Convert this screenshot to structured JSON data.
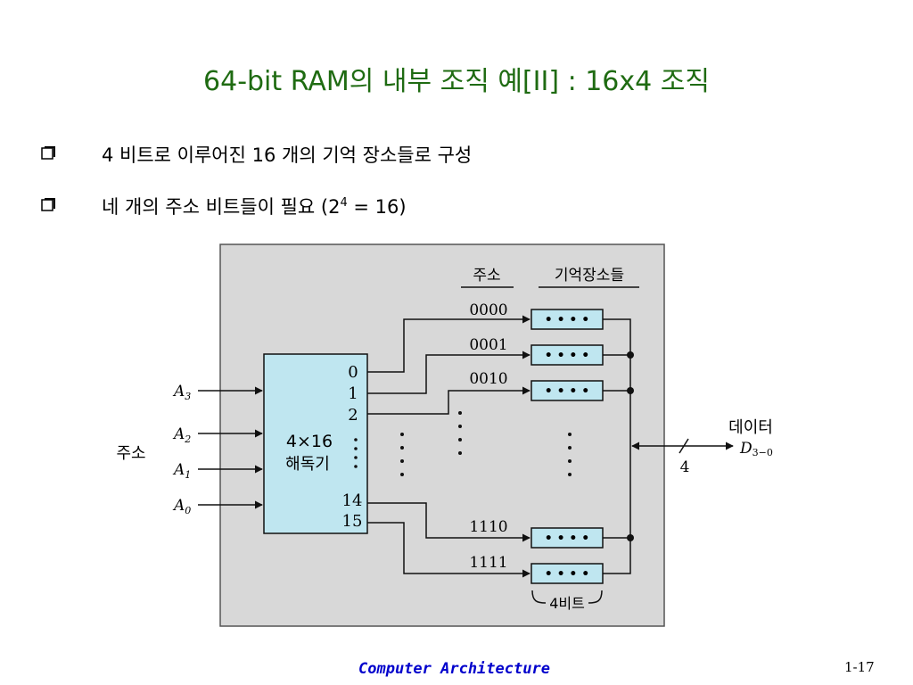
{
  "slide": {
    "title": "64-bit RAM의 내부 조직 예[II] : 16x4 조직",
    "bullets": [
      {
        "text": "4 비트로 이루어진 16 개의 기억 장소들로 구성"
      },
      {
        "text_before": "네 개의 주소 비트들이 필요 (2",
        "superscript": "4",
        "text_after": " = 16)"
      }
    ]
  },
  "diagram": {
    "header_address": "주소",
    "header_storage": "기억장소들",
    "address_inputs": [
      "A",
      "A",
      "A",
      "A"
    ],
    "address_subscripts": [
      "3",
      "2",
      "1",
      "0"
    ],
    "address_group_label": "주소",
    "decoder_title": "4×16",
    "decoder_subtitle": "해독기",
    "decoder_outputs": [
      "0",
      "1",
      "2",
      "14",
      "15"
    ],
    "addresses": [
      "0000",
      "0001",
      "0010",
      "1110",
      "1111"
    ],
    "cell_dots": "• • • •",
    "cell_width_label": "4비트",
    "data_label": "데이터",
    "data_bus_name": "D",
    "data_bus_subscript": "3−0",
    "bus_width": "4"
  },
  "footer": {
    "course": "Computer Architecture",
    "page": "1-17"
  }
}
